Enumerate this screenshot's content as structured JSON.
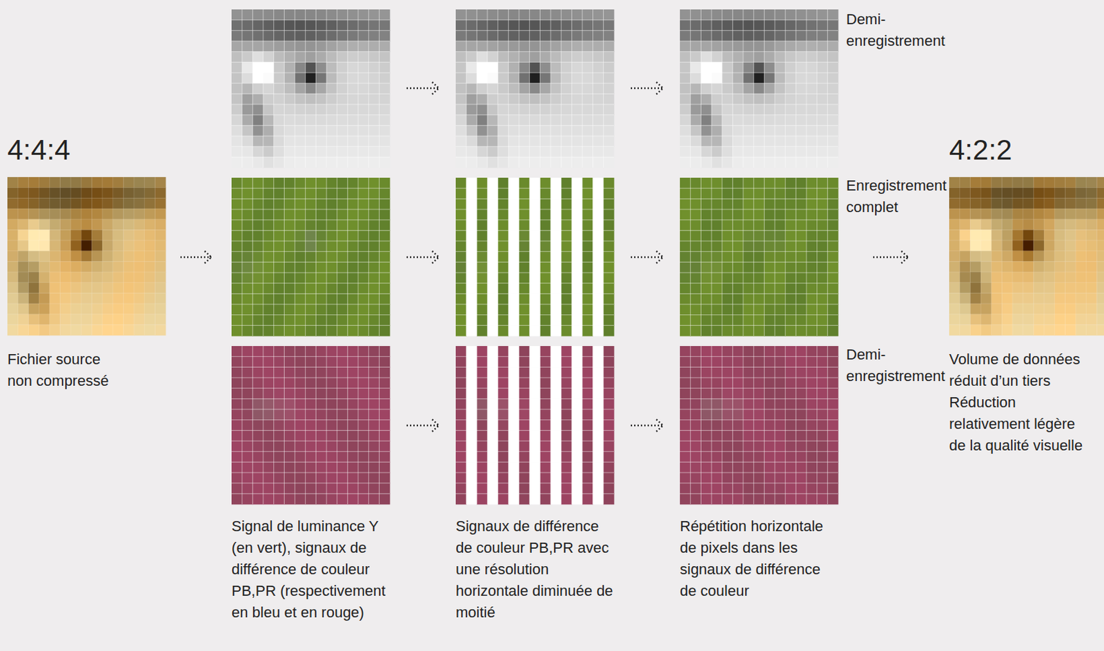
{
  "diagram": {
    "nodes": [
      {
        "text": [
          "4:4:4",
          "Fichier source non compressé"
        ]
      },
      {
        "text": [
          "Signal de luminance Y (en vert), signaux de différence de couleur PB,PR (respectivement en bleu et en rouge)"
        ]
      },
      {
        "text": [
          "Signaux de différence de couleur PB,PR avec une résolution horizontale diminuée de moitié"
        ]
      },
      {
        "text": [
          "Répétition horizontale de pixels dans les signaux de différence de couleur"
        ]
      },
      {
        "text": [
          "4:2:2",
          "Volume de données réduit d’un tiers",
          "Réduction relativement légère de la qualité visuelle"
        ]
      }
    ],
    "edges": [
      {
        "from": 0,
        "to": 1,
        "arrow": "to"
      },
      {
        "from": 1,
        "to": 2,
        "arrow": "to"
      },
      {
        "from": 1,
        "to": 2,
        "arrow": "to"
      },
      {
        "from": 1,
        "to": 2,
        "arrow": "to"
      },
      {
        "from": 2,
        "to": 3,
        "arrow": "to"
      },
      {
        "from": 2,
        "to": 3,
        "arrow": "to"
      },
      {
        "from": 2,
        "to": 3,
        "arrow": "to"
      },
      {
        "from": 3,
        "to": 4,
        "arrow": "to"
      }
    ],
    "labels": [
      "Demi-enregistrement",
      "Enregistrement complet",
      "Demi-enregistrement"
    ]
  }
}
